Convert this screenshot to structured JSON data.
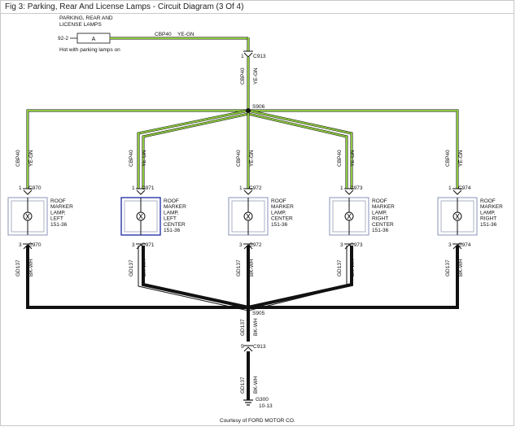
{
  "window": {
    "title": "Fig 3: Parking, Rear And License Lamps - Circuit Diagram (3 Of 4)"
  },
  "source": {
    "title_line1": "PARKING, REAR AND",
    "title_line2": "LICENSE LAMPS",
    "ref": "92-2",
    "connector_letter": "A",
    "note": "Hot with parking lamps on"
  },
  "wires": {
    "feed_code": "CBP40",
    "feed_color": "YE-GN",
    "ground_code": "GD137",
    "ground_color": "BK-WH"
  },
  "connectors": {
    "top_feed": {
      "pin": "1",
      "id": "C913"
    },
    "bottom_ground": {
      "pin": "5",
      "id": "C913"
    }
  },
  "splices": {
    "feed": "S906",
    "ground": "S905"
  },
  "lamps": [
    {
      "label_lines": [
        "ROOF",
        "MARKER",
        "LAMP,",
        "LEFT",
        "151-36"
      ],
      "pin_top": "1",
      "conn_top": "C970",
      "pin_bottom": "3",
      "conn_bottom": "C970"
    },
    {
      "label_lines": [
        "ROOF",
        "MARKER",
        "LAMP,",
        "LEFT",
        "CENTER",
        "151-36"
      ],
      "pin_top": "1",
      "conn_top": "C971",
      "pin_bottom": "3",
      "conn_bottom": "C971"
    },
    {
      "label_lines": [
        "ROOF",
        "MARKER",
        "LAMP,",
        "CENTER",
        "151-36"
      ],
      "pin_top": "1",
      "conn_top": "C972",
      "pin_bottom": "3",
      "conn_bottom": "C972"
    },
    {
      "label_lines": [
        "ROOF",
        "MARKER",
        "LAMP,",
        "RIGHT",
        "CENTER",
        "151-36"
      ],
      "pin_top": "1",
      "conn_top": "C973",
      "pin_bottom": "3",
      "conn_bottom": "C973"
    },
    {
      "label_lines": [
        "ROOF",
        "MARKER",
        "LAMP,",
        "RIGHT",
        "151-36"
      ],
      "pin_top": "1",
      "conn_top": "C974",
      "pin_bottom": "3",
      "conn_bottom": "C974"
    }
  ],
  "ground": {
    "id": "G300",
    "ref": "10-13"
  },
  "courtesy": "Courtesy of FORD MOTOR CO.",
  "colors": {
    "feed_wire": "#8cc63f",
    "ground_wire": "#111111",
    "lamp_border": "#8a93b8",
    "lamp_border_selected": "#2b35a8"
  }
}
